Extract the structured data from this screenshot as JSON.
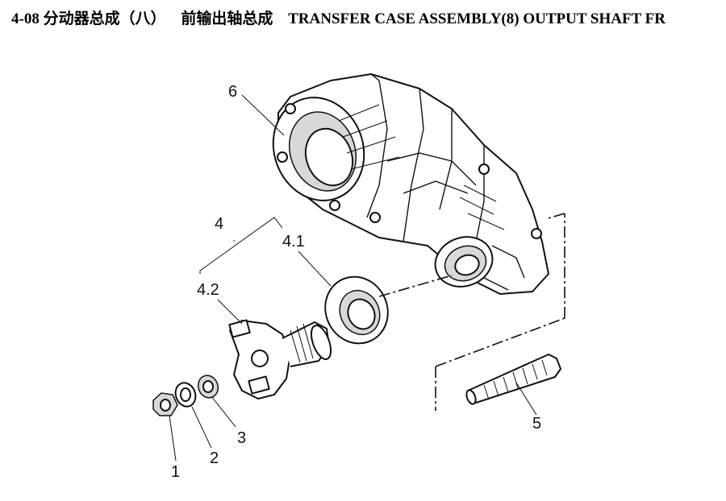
{
  "title": {
    "code": "4-08",
    "cn_assembly": "分动器总成（八）",
    "cn_part": "前输出轴总成",
    "en": "TRANSFER CASE ASSEMBLY(8) OUTPUT SHAFT FR"
  },
  "callouts": {
    "c1": "1",
    "c2": "2",
    "c3": "3",
    "c4": "4",
    "c41": "4.1",
    "c42": "4.2",
    "c5": "5",
    "c6": "6"
  }
}
